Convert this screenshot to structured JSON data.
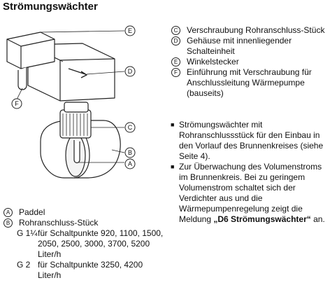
{
  "title": "Strömungswächter",
  "legend": [
    {
      "letter": "C",
      "text": "Verschraubung Rohranschluss-Stück"
    },
    {
      "letter": "D",
      "text": "Gehäuse mit innenliegender Schalteinheit"
    },
    {
      "letter": "E",
      "text": "Winkelstecker"
    },
    {
      "letter": "F",
      "text": "Einführung mit Verschraubung für Anschlussleitung Wärmepumpe (bauseits)"
    }
  ],
  "notes": [
    {
      "text": "Strömungswächter mit Rohranschlussstück für den Einbau in den Vorlauf des Brunnenkreises (siehe Seite 4)."
    },
    {
      "text_before": "Zur Überwachung des Volumenstroms im Brunnenkreis. Bei zu geringem Volumenstrom schaltet sich der Verdichter aus und die Wärmepumpenregelung zeigt die Meldung ",
      "strong": "„D6 Strömungswächter“",
      "text_after": " an."
    }
  ],
  "parts": [
    {
      "letter": "A",
      "text": "Paddel"
    },
    {
      "letter": "B",
      "text": "Rohranschluss-Stück"
    }
  ],
  "sizes": [
    {
      "size": "G 1¼",
      "text": "für Schaltpunkte 920, 1100, 1500, 2050, 2500, 3000, 3700, 5200 Liter/h"
    },
    {
      "size": "G 2",
      "text": "für Schaltpunkte 3250, 4200 Liter/h"
    }
  ],
  "figure_labels": {
    "A": "A",
    "B": "B",
    "C": "C",
    "D": "D",
    "E": "E",
    "F": "F"
  }
}
